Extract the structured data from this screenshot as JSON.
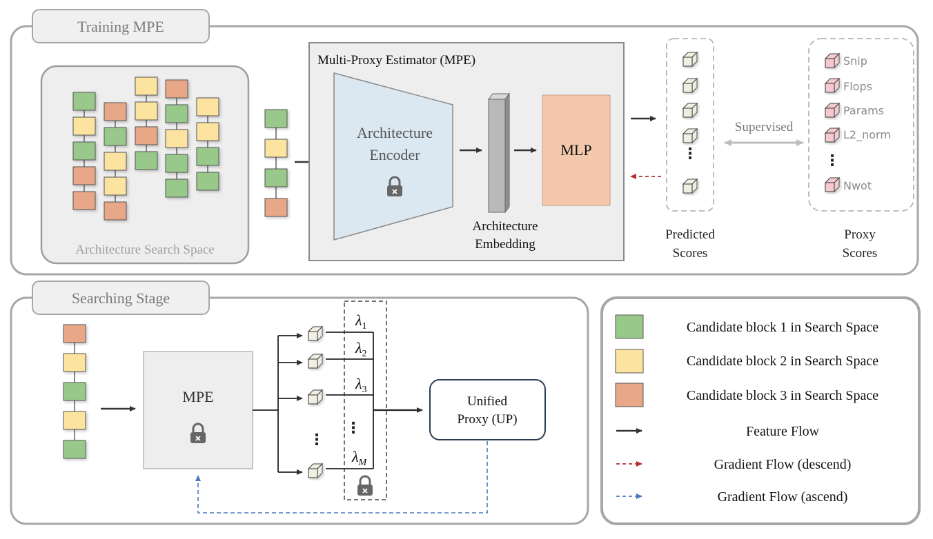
{
  "training": {
    "tab_label": "Training MPE",
    "search_space_label": "Architecture Search Space",
    "mpe_title": "Multi-Proxy Estimator (MPE)",
    "encoder_line1": "Architecture",
    "encoder_line2": "Encoder",
    "embedding_line1": "Architecture",
    "embedding_line2": "Embedding",
    "mlp_label": "MLP",
    "predicted_line1": "Predicted",
    "predicted_line2": "Scores",
    "supervised_label": "Supervised",
    "proxy_line1": "Proxy",
    "proxy_line2": "Scores",
    "proxy_names": [
      "Snip",
      "Flops",
      "Params",
      "L2_norm",
      "Nwot"
    ]
  },
  "searching": {
    "tab_label": "Searching Stage",
    "mpe_label": "MPE",
    "lambdas": [
      {
        "base": "λ",
        "sub": "1"
      },
      {
        "base": "λ",
        "sub": "2"
      },
      {
        "base": "λ",
        "sub": "3"
      },
      {
        "base": "λ",
        "sub": "M"
      }
    ],
    "unified_line1": "Unified",
    "unified_line2": "Proxy (UP)"
  },
  "legend": {
    "items": [
      {
        "label": "Candidate block 1 in Search Space",
        "color": "#98c88a"
      },
      {
        "label": "Candidate block 2 in Search Space",
        "color": "#fde3a0"
      },
      {
        "label": "Candidate block 3 in Search Space",
        "color": "#e8a888"
      },
      {
        "label": "Feature Flow",
        "color": "#333333"
      },
      {
        "label": "Gradient Flow (descend)",
        "color": "#b03030"
      },
      {
        "label": "Gradient Flow (ascend)",
        "color": "#4a78c0"
      }
    ]
  },
  "colors": {
    "block1": "#98c88a",
    "block2": "#fde3a0",
    "block3": "#e8a888",
    "encoder": "#dbe7f1",
    "mlp": "#f3c8ad",
    "panel": "#eeeeee",
    "proxy_cube": "#f5c9cf",
    "score_cube": "#f0efe2"
  }
}
